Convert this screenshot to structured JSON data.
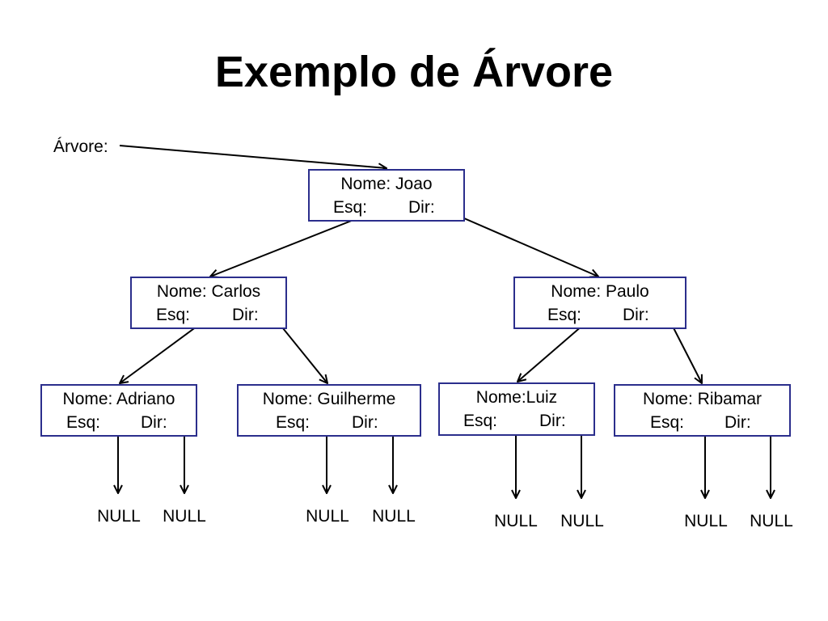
{
  "title": "Exemplo de Árvore",
  "root_label": "Árvore:",
  "nodes": [
    {
      "name_text": "Nome: Joao",
      "esq_label": "Esq:",
      "dir_label": "Dir:"
    },
    {
      "name_text": "Nome: Carlos",
      "esq_label": "Esq:",
      "dir_label": "Dir:"
    },
    {
      "name_text": "Nome: Paulo",
      "esq_label": "Esq:",
      "dir_label": "Dir:"
    },
    {
      "name_text": "Nome: Adriano",
      "esq_label": "Esq:",
      "dir_label": "Dir:"
    },
    {
      "name_text": "Nome: Guilherme",
      "esq_label": "Esq:",
      "dir_label": "Dir:"
    },
    {
      "name_text": "Nome:Luiz",
      "esq_label": "Esq:",
      "dir_label": "Dir:"
    },
    {
      "name_text": "Nome: Ribamar",
      "esq_label": "Esq:",
      "dir_label": "Dir:"
    }
  ],
  "null_label": "NULL",
  "colors": {
    "node_border": "#2b2e8c",
    "arrow": "#000000"
  }
}
